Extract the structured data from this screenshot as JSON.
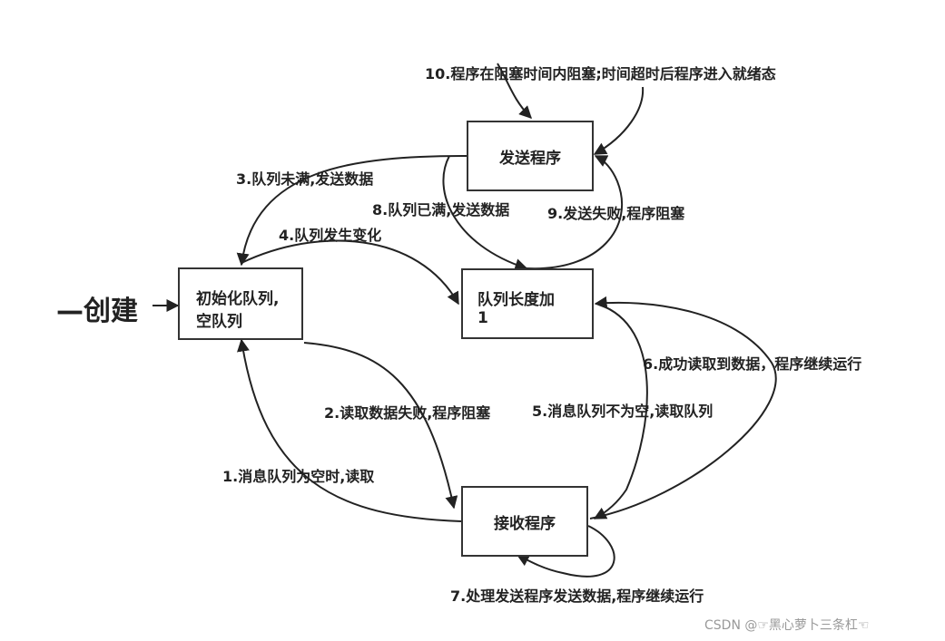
{
  "nodes": {
    "send": "发送程序",
    "init_line1": "初始化队列,",
    "init_line2": "空队列",
    "queue_len_line1": "队列长度加",
    "queue_len_line2": "1",
    "recv": "接收程序"
  },
  "start_label": "—创建",
  "edges": {
    "e1": "1.消息队列为空时,读取",
    "e2": "2.读取数据失败,程序阻塞",
    "e3": "3.队列未满,发送数据",
    "e4": "4.队列发生变化",
    "e5": "5.消息队列不为空,读取队列",
    "e6": "6.成功读取到数据，程序继续运行",
    "e7": "7.处理发送程序发送数据,程序继续运行",
    "e8": "8.队列已满,发送数据",
    "e9": "9.发送失败,程序阻塞",
    "e10": "10.程序在阻塞时间内阻塞;时间超时后程序进入就绪态"
  },
  "watermark": "CSDN @☞黑心萝卜三条杠☜"
}
